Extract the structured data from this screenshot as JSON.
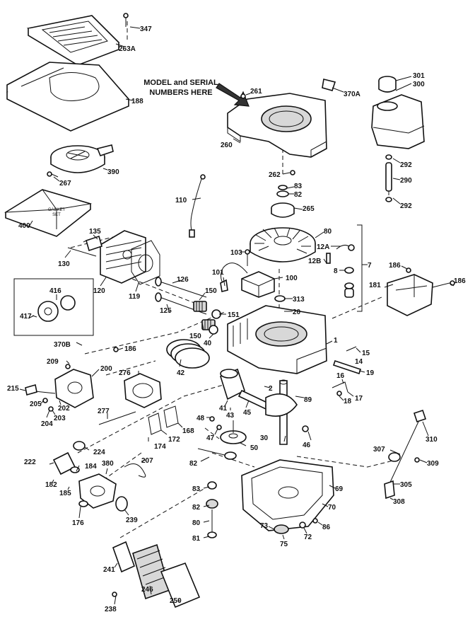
{
  "note": {
    "line1": "MODEL and SERIAL",
    "line2": "NUMBERS HERE"
  },
  "gasket_set_label": {
    "line1": "GASKET",
    "line2": "SET"
  },
  "callouts": [
    {
      "id": "c347",
      "text": "347"
    },
    {
      "id": "c263a",
      "text": "263A"
    },
    {
      "id": "c188",
      "text": "188"
    },
    {
      "id": "c390",
      "text": "390"
    },
    {
      "id": "c267",
      "text": "267"
    },
    {
      "id": "c400",
      "text": "400"
    },
    {
      "id": "c261",
      "text": "261"
    },
    {
      "id": "c370a",
      "text": "370A"
    },
    {
      "id": "c260",
      "text": "260"
    },
    {
      "id": "c262",
      "text": "262"
    },
    {
      "id": "c301",
      "text": "301"
    },
    {
      "id": "c300",
      "text": "300"
    },
    {
      "id": "c292a",
      "text": "292"
    },
    {
      "id": "c290",
      "text": "290"
    },
    {
      "id": "c292b",
      "text": "292"
    },
    {
      "id": "c110",
      "text": "110"
    },
    {
      "id": "c83a",
      "text": "83"
    },
    {
      "id": "c82a",
      "text": "82"
    },
    {
      "id": "c265",
      "text": "265"
    },
    {
      "id": "c80a",
      "text": "80"
    },
    {
      "id": "c135",
      "text": "135"
    },
    {
      "id": "c130",
      "text": "130"
    },
    {
      "id": "c120",
      "text": "120"
    },
    {
      "id": "c119",
      "text": "119"
    },
    {
      "id": "c103",
      "text": "103"
    },
    {
      "id": "c12a",
      "text": "12A"
    },
    {
      "id": "c12b",
      "text": "12B"
    },
    {
      "id": "c8",
      "text": "8"
    },
    {
      "id": "c7",
      "text": "7"
    },
    {
      "id": "c186a",
      "text": "186"
    },
    {
      "id": "c181",
      "text": "181"
    },
    {
      "id": "c186b",
      "text": "186"
    },
    {
      "id": "c101",
      "text": "101"
    },
    {
      "id": "c100",
      "text": "100"
    },
    {
      "id": "c126",
      "text": "126"
    },
    {
      "id": "c150a",
      "text": "150"
    },
    {
      "id": "c313",
      "text": "313"
    },
    {
      "id": "c20",
      "text": "20"
    },
    {
      "id": "c416",
      "text": "416"
    },
    {
      "id": "c417",
      "text": "417"
    },
    {
      "id": "c125",
      "text": "125"
    },
    {
      "id": "c150b",
      "text": "150"
    },
    {
      "id": "c151",
      "text": "151"
    },
    {
      "id": "c40",
      "text": "40"
    },
    {
      "id": "c1",
      "text": "1"
    },
    {
      "id": "c370b",
      "text": "370B"
    },
    {
      "id": "c186c",
      "text": "186"
    },
    {
      "id": "c15",
      "text": "15"
    },
    {
      "id": "c14",
      "text": "14"
    },
    {
      "id": "c209",
      "text": "209"
    },
    {
      "id": "c200",
      "text": "200"
    },
    {
      "id": "c276",
      "text": "276"
    },
    {
      "id": "c42",
      "text": "42"
    },
    {
      "id": "c19",
      "text": "19"
    },
    {
      "id": "c16",
      "text": "16"
    },
    {
      "id": "c17",
      "text": "17"
    },
    {
      "id": "c18",
      "text": "18"
    },
    {
      "id": "c215",
      "text": "215"
    },
    {
      "id": "c205",
      "text": "205"
    },
    {
      "id": "c202",
      "text": "202"
    },
    {
      "id": "c204",
      "text": "204"
    },
    {
      "id": "c203",
      "text": "203"
    },
    {
      "id": "c2",
      "text": "2"
    },
    {
      "id": "c41",
      "text": "41"
    },
    {
      "id": "c43",
      "text": "43"
    },
    {
      "id": "c45",
      "text": "45"
    },
    {
      "id": "c89",
      "text": "89"
    },
    {
      "id": "c277",
      "text": "277"
    },
    {
      "id": "c48",
      "text": "48"
    },
    {
      "id": "c47",
      "text": "47"
    },
    {
      "id": "c30",
      "text": "30"
    },
    {
      "id": "c46",
      "text": "46"
    },
    {
      "id": "c168",
      "text": "168"
    },
    {
      "id": "c172",
      "text": "172"
    },
    {
      "id": "c174",
      "text": "174"
    },
    {
      "id": "c50",
      "text": "50"
    },
    {
      "id": "c310",
      "text": "310"
    },
    {
      "id": "c224",
      "text": "224"
    },
    {
      "id": "c222",
      "text": "222"
    },
    {
      "id": "c184",
      "text": "184"
    },
    {
      "id": "c380",
      "text": "380"
    },
    {
      "id": "c207",
      "text": "207"
    },
    {
      "id": "c82b",
      "text": "82"
    },
    {
      "id": "c307",
      "text": "307"
    },
    {
      "id": "c309",
      "text": "309"
    },
    {
      "id": "c182",
      "text": "182"
    },
    {
      "id": "c185",
      "text": "185"
    },
    {
      "id": "c83b",
      "text": "83"
    },
    {
      "id": "c69",
      "text": "69"
    },
    {
      "id": "c305",
      "text": "305"
    },
    {
      "id": "c308",
      "text": "308"
    },
    {
      "id": "c82c",
      "text": "82"
    },
    {
      "id": "c70",
      "text": "70"
    },
    {
      "id": "c176",
      "text": "176"
    },
    {
      "id": "c239",
      "text": "239"
    },
    {
      "id": "c80b",
      "text": "80"
    },
    {
      "id": "c73",
      "text": "73"
    },
    {
      "id": "c86",
      "text": "86"
    },
    {
      "id": "c81",
      "text": "81"
    },
    {
      "id": "c75",
      "text": "75"
    },
    {
      "id": "c72",
      "text": "72"
    },
    {
      "id": "c241",
      "text": "241"
    },
    {
      "id": "c246",
      "text": "246"
    },
    {
      "id": "c238",
      "text": "238"
    },
    {
      "id": "c250",
      "text": "250"
    }
  ]
}
